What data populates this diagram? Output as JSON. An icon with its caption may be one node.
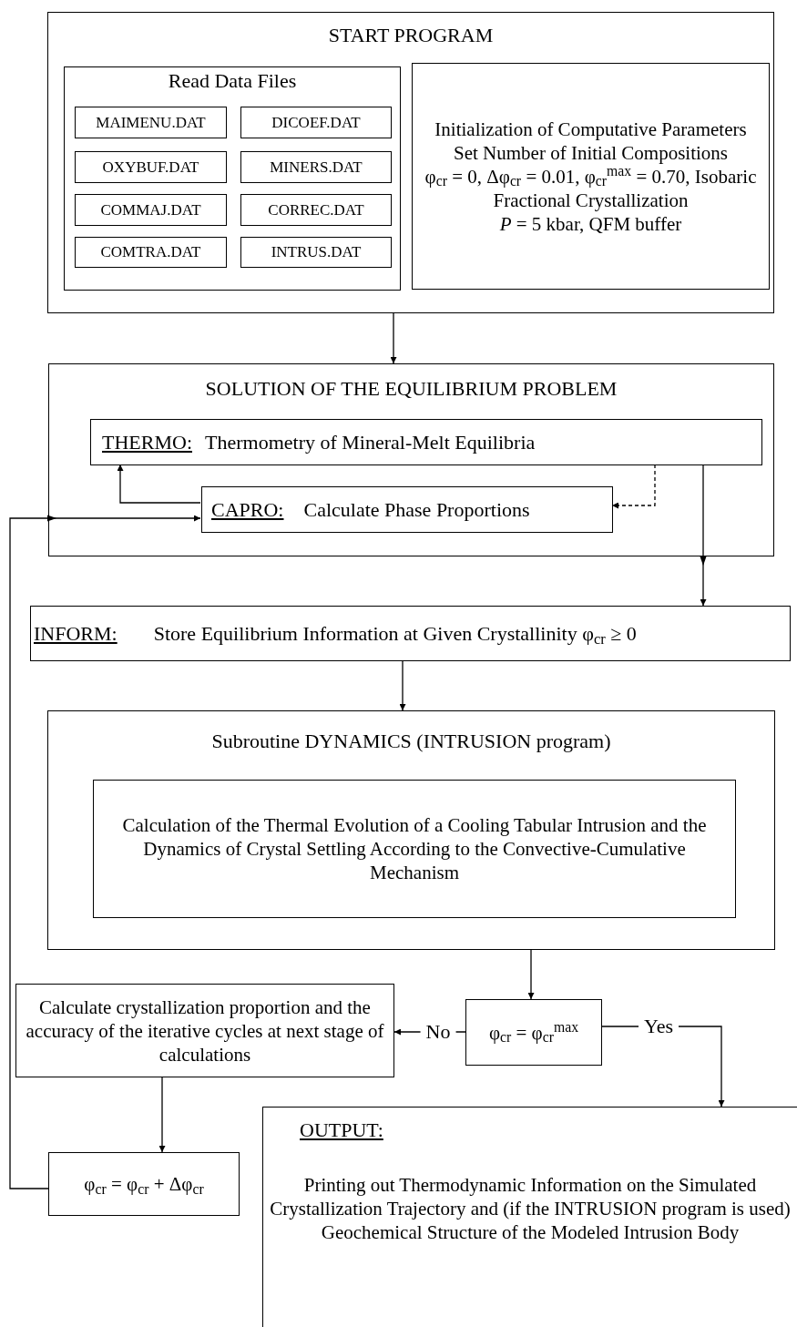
{
  "diagram": {
    "nodes": [
      {
        "text": [
          "START PROGRAM"
        ]
      },
      {
        "text": [
          "Read Data Files"
        ],
        "in": 0
      },
      {
        "text": [
          "MAIMENU.DAT"
        ],
        "in": 1
      },
      {
        "text": [
          "DICOEF.DAT"
        ],
        "in": 1
      },
      {
        "text": [
          "OXYBUF.DAT"
        ],
        "in": 1
      },
      {
        "text": [
          "MINERS.DAT"
        ],
        "in": 1
      },
      {
        "text": [
          "COMMAJ.DAT"
        ],
        "in": 1
      },
      {
        "text": [
          "CORREC.DAT"
        ],
        "in": 1
      },
      {
        "text": [
          "COMTRA.DAT"
        ],
        "in": 1
      },
      {
        "text": [
          "INTRUS.DAT"
        ],
        "in": 1
      },
      {
        "text": [
          "Initialization of Computative Parameters",
          "Set Number of Initial Compositions",
          "φ$_{cr}$ = 0, Δφ$_{cr}$ = 0.01, φ$_{cr}$$^{max}$ = 0.70, Isobaric Fractional Crystallization",
          "*P* = 5 kbar, QFM buffer"
        ],
        "in": 0
      },
      {
        "text": [
          "SOLUTION OF THE EQUILIBRIUM PROBLEM"
        ]
      },
      {
        "text": [
          "THERMO:",
          "Thermometry of Mineral-Melt Equilibria"
        ],
        "in": 11
      },
      {
        "text": [
          "CAPRO:",
          "Calculate Phase Proportions"
        ],
        "in": 11
      },
      {
        "text": [
          "INFORM:",
          "Store Equilibrium Information at Given Crystallinity φ$_{cr}$ ≥ 0"
        ]
      },
      {
        "text": [
          "Subroutine DYNAMICS (INTRUSION program)"
        ]
      },
      {
        "text": [
          "Calculation of the Thermal Evolution of a Cooling Tabular Intrusion and the Dynamics of Crystal Settling According to the Convective-Cumulative Mechanism"
        ],
        "in": 15
      },
      {
        "text": [
          "φ$_{cr}$ = φ$_{cr}$$^{max}$"
        ]
      },
      {
        "text": [
          "Calculate crystallization proportion and the accuracy of the iterative cycles at next stage of calculations"
        ]
      },
      {
        "text": [
          "φ$_{cr}$ = φ$_{cr}$ + Δφ$_{cr}$"
        ]
      },
      {
        "text": [
          "OUTPUT:",
          "Printing out Thermodynamic Information on the Simulated Crystallization Trajectory and (if the INTRUSION program is used) Geochemical Structure of the Modeled Intrusion Body"
        ]
      }
    ],
    "edges": [
      {
        "from": 0,
        "to": 11,
        "arrow": "to"
      },
      {
        "from": 12,
        "to": 13,
        "arrow": "to",
        "style": "dashed"
      },
      {
        "from": 13,
        "to": 12,
        "arrow": "to"
      },
      {
        "from": 19,
        "to": 13,
        "arrow": "to"
      },
      {
        "from": 12,
        "to": 14,
        "arrow": "to"
      },
      {
        "from": 14,
        "to": 15,
        "arrow": "to"
      },
      {
        "from": 15,
        "to": 17,
        "arrow": "to"
      },
      {
        "from": 17,
        "to": 18,
        "arrow": "to",
        "label": "No"
      },
      {
        "from": 17,
        "to": 20,
        "arrow": "to",
        "label": "Yes"
      },
      {
        "from": 18,
        "to": 19,
        "arrow": "to"
      }
    ]
  }
}
